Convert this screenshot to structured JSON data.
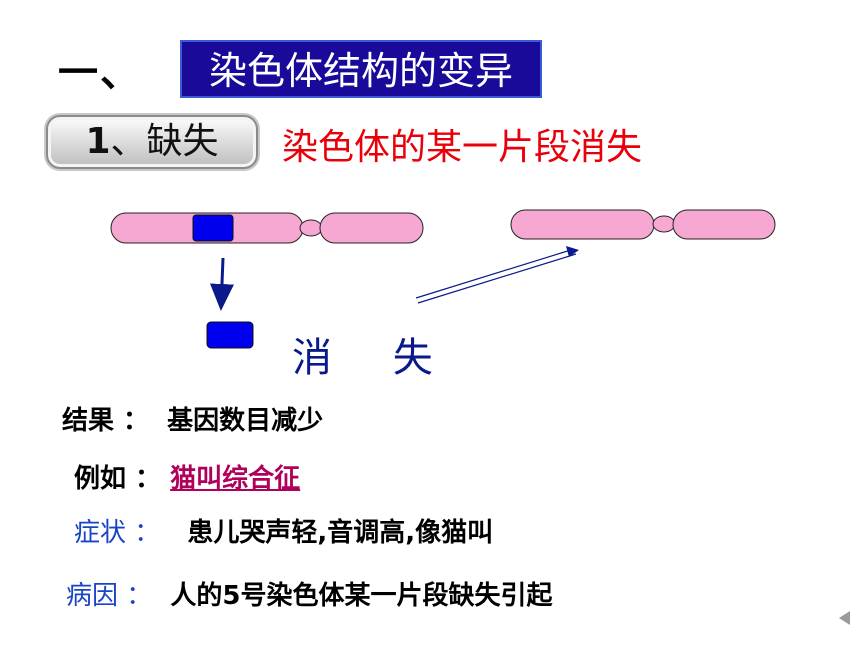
{
  "heading": {
    "number": "一、",
    "title": "染色体结构的变异"
  },
  "section": {
    "label_num": "1",
    "label_text": "、缺失",
    "description": "染色体的某一片段消失"
  },
  "diagram": {
    "caption": "消 失"
  },
  "result": {
    "label": "结果 ：",
    "value": "基因数目减少"
  },
  "example": {
    "label": "例如 ：",
    "value": "猫叫综合征"
  },
  "symptom": {
    "label": "症状 ：",
    "value": "患儿哭声轻,音调高,像猫叫"
  },
  "cause": {
    "label": "病因 ：",
    "value": "人的5号染色体某一片段缺失引起"
  },
  "colors": {
    "title_bg": "#1a0a9a",
    "chromosome_pink": "#f7a8d2",
    "deleted_segment": "#0000ee",
    "red_text": "#e8000b"
  }
}
